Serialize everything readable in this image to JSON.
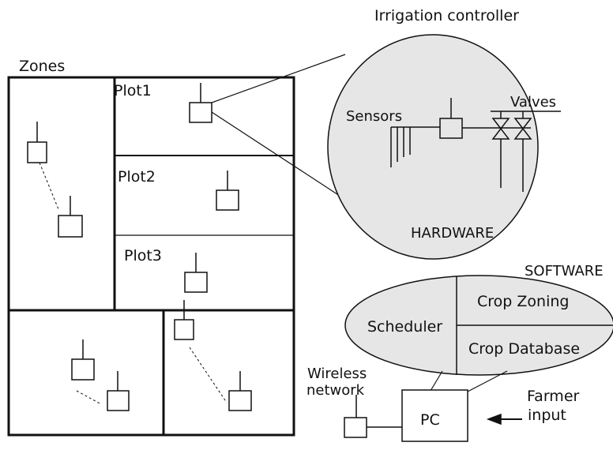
{
  "labels": {
    "zones": "Zones",
    "plot1": "Plot1",
    "plot2": "Plot2",
    "plot3": "Plot3",
    "irrigation_controller": "Irrigation controller",
    "sensors": "Sensors",
    "valves": "Valves",
    "hardware": "HARDWARE",
    "software": "SOFTWARE",
    "scheduler": "Scheduler",
    "crop_zoning": "Crop Zoning",
    "crop_database": "Crop Database",
    "wireless_line1": "Wireless",
    "wireless_line2": "network",
    "pc": "PC",
    "farmer_line1": "Farmer",
    "farmer_line2": "input"
  },
  "colors": {
    "stroke": "#111111",
    "ellipse_fill": "#e6e6e6",
    "background": "#ffffff"
  }
}
